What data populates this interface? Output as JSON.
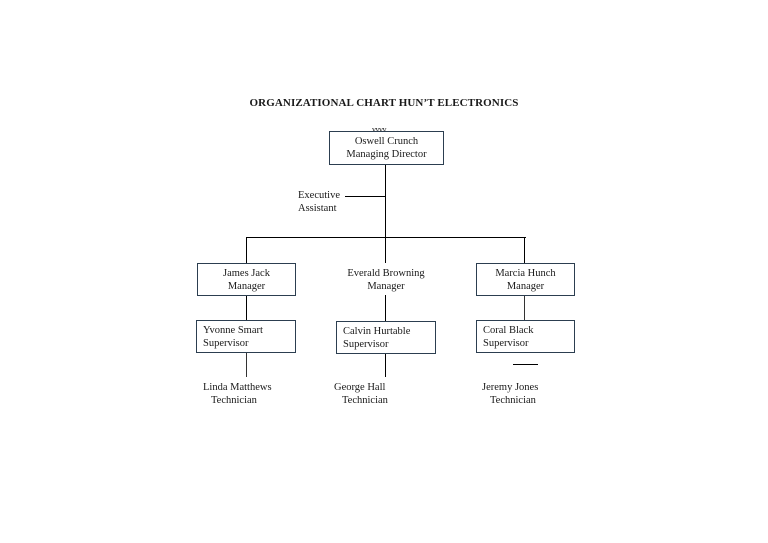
{
  "title": "ORGANIZATIONAL CHART HUN’T ELECTRONICS",
  "stray_mark": "vvvv",
  "director": {
    "name": "Oswell Crunch",
    "role": "Managing Director"
  },
  "assistant": {
    "line1": "Executive",
    "line2": "Assistant"
  },
  "managers": [
    {
      "name": "James Jack",
      "role": "Manager"
    },
    {
      "name": "Everald Browning",
      "role": "Manager"
    },
    {
      "name": "Marcia Hunch",
      "role": "Manager"
    }
  ],
  "supervisors": [
    {
      "name": "Yvonne Smart",
      "role": "Supervisor"
    },
    {
      "name": "Calvin Hurtable",
      "role": "Supervisor"
    },
    {
      "name": "Coral Black",
      "role": "Supervisor"
    }
  ],
  "technicians": [
    {
      "name": "Linda Matthews",
      "role": "Technician"
    },
    {
      "name": "George Hall",
      "role": "Technician"
    },
    {
      "name": "Jeremy Jones",
      "role": "Technician"
    }
  ]
}
